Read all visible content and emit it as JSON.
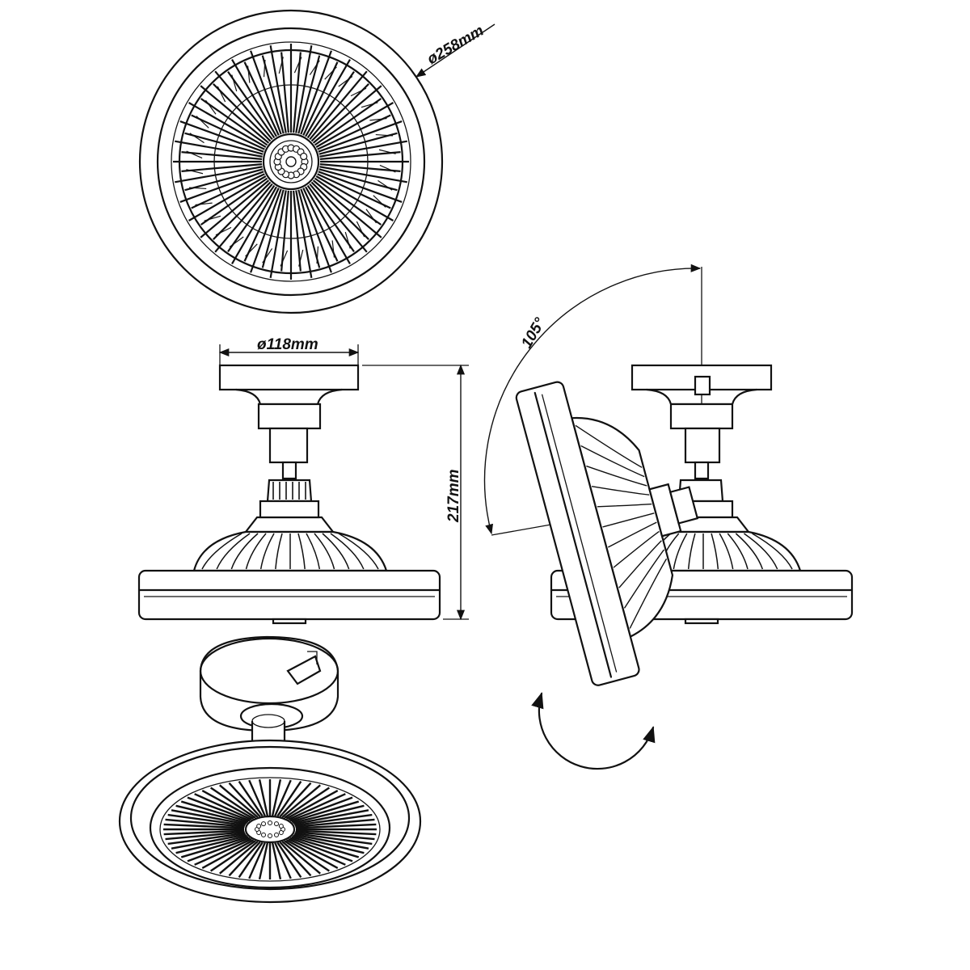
{
  "dimensions": {
    "diameter_large": "ø258mm",
    "diameter_base": "ø118mm",
    "height": "217mm",
    "tilt_angle": "105°"
  },
  "views": {
    "top": "top-view",
    "front": "front-elevation",
    "side": "side-elevation-tilted",
    "iso": "isometric-view"
  },
  "colors": {
    "line": "#111111",
    "background": "#ffffff"
  }
}
